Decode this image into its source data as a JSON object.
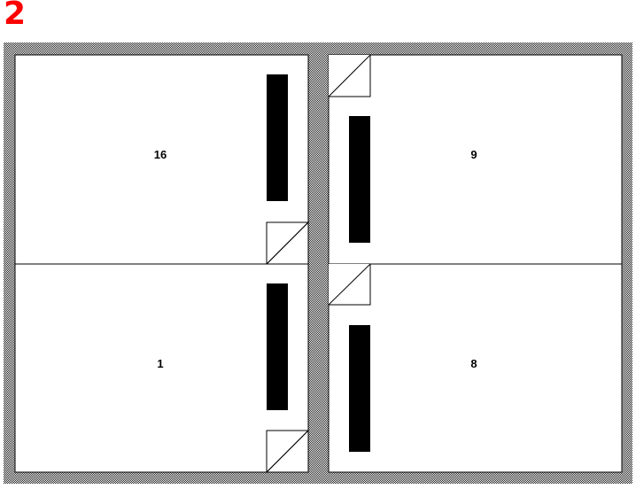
{
  "step": {
    "number": "2",
    "color": "#ff0000"
  },
  "pages": [
    {
      "id": "top-left",
      "number": "16"
    },
    {
      "id": "top-right",
      "number": "9"
    },
    {
      "id": "bottom-left",
      "number": "1"
    },
    {
      "id": "bottom-right",
      "number": "8"
    }
  ],
  "colors": {
    "page": "#ffffff",
    "stroke": "#000000",
    "bar": "#000000"
  }
}
